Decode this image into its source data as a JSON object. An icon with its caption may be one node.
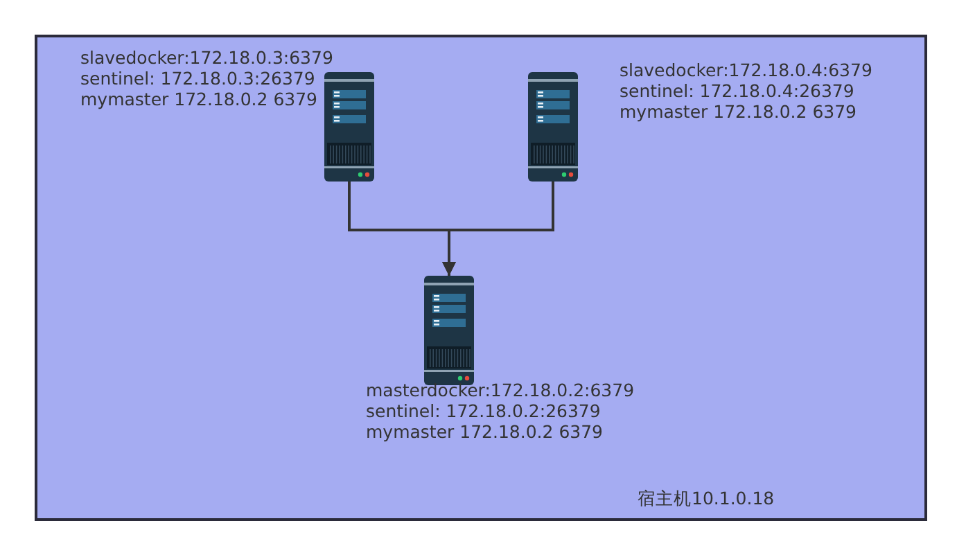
{
  "diagram": {
    "nodes": [
      {
        "text": [
          "宿主机10.1.0.18"
        ]
      },
      {
        "text": [],
        "shape": "server",
        "in": 0,
        "beside": [
          "slavedocker:172.18.0.3:6379",
          "sentinel: 172.18.0.3:26379",
          "mymaster 172.18.0.2 6379"
        ]
      },
      {
        "text": [],
        "shape": "server",
        "in": 0,
        "beside": [
          "slavedocker:172.18.0.4:6379",
          "sentinel: 172.18.0.4:26379",
          "mymaster 172.18.0.2 6379"
        ]
      },
      {
        "text": [],
        "shape": "server",
        "in": 0,
        "beside": [
          "masterdocker:172.18.0.2:6379",
          "sentinel: 172.18.0.2:26379",
          "mymaster 172.18.0.2 6379"
        ]
      }
    ],
    "edges": [
      {
        "from": 1,
        "to": 3,
        "arrow": "to"
      },
      {
        "from": 2,
        "to": 3,
        "arrow": "to"
      }
    ]
  }
}
